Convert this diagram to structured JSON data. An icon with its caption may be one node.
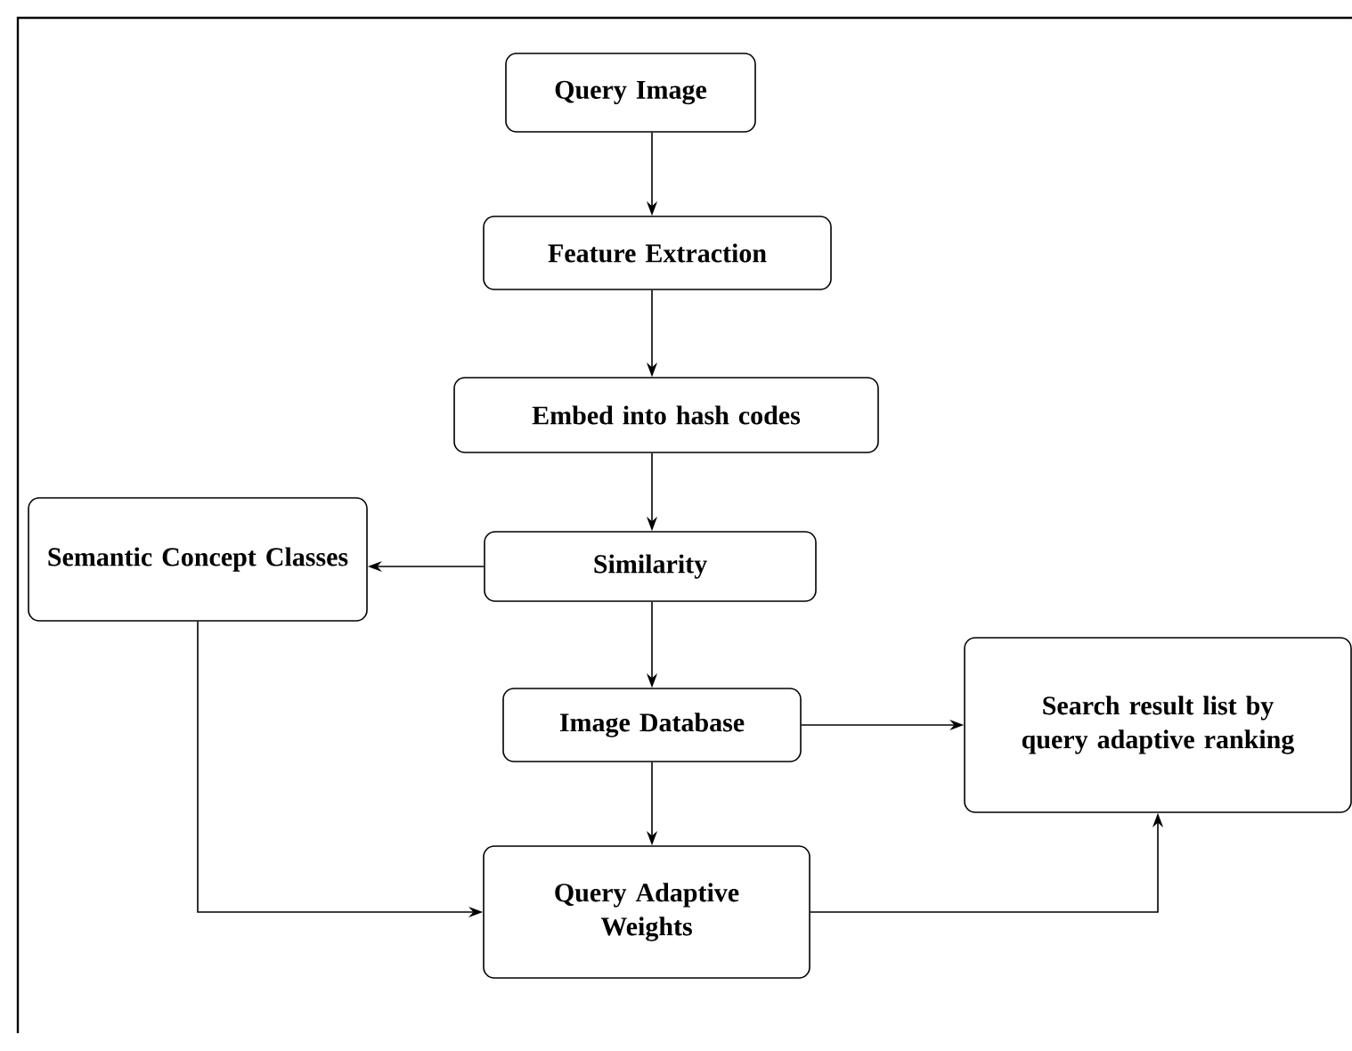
{
  "diagram": {
    "nodes": [
      {
        "text": [
          "Query Image"
        ]
      },
      {
        "text": [
          "Feature Extraction"
        ]
      },
      {
        "text": [
          "Embed into hash codes"
        ]
      },
      {
        "text": [
          "Semantic Concept Classes"
        ]
      },
      {
        "text": [
          "Similarity"
        ]
      },
      {
        "text": [
          "Image Database"
        ]
      },
      {
        "text": [
          "Search result list by query adaptive ranking"
        ]
      },
      {
        "text": [
          "Query Adaptive Weights"
        ]
      }
    ],
    "edges": [
      {
        "from": 0,
        "to": 1,
        "arrow": "to"
      },
      {
        "from": 1,
        "to": 2,
        "arrow": "to"
      },
      {
        "from": 2,
        "to": 4,
        "arrow": "to"
      },
      {
        "from": 4,
        "to": 3,
        "arrow": "to"
      },
      {
        "from": 4,
        "to": 5,
        "arrow": "to"
      },
      {
        "from": 5,
        "to": 6,
        "arrow": "to"
      },
      {
        "from": 5,
        "to": 7,
        "arrow": "to"
      },
      {
        "from": 3,
        "to": 7,
        "arrow": "to"
      },
      {
        "from": 7,
        "to": 6,
        "arrow": "to"
      }
    ]
  }
}
